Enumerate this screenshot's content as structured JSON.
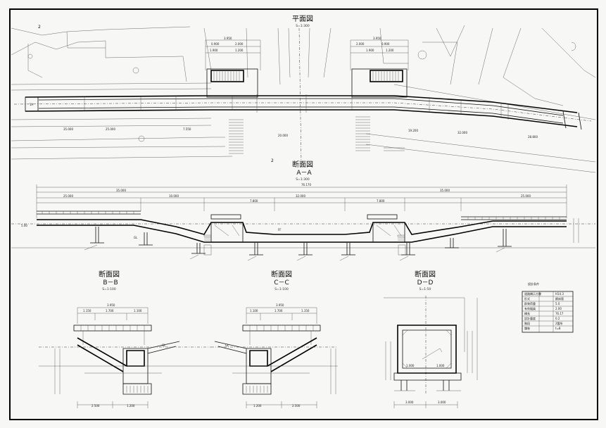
{
  "sheet": {
    "plan": {
      "title": "平面図",
      "scale": "S=1:300"
    },
    "section_aa": {
      "title": "断面図",
      "subtitle": "A－A",
      "scale": "S=1:300"
    },
    "section_bb": {
      "title": "断面図",
      "subtitle": "B－B",
      "scale": "S=1:100"
    },
    "section_cc": {
      "title": "断面図",
      "subtitle": "C－C",
      "scale": "S=1:100"
    },
    "section_dd": {
      "title": "断面図",
      "subtitle": "D－D",
      "scale": "S=1:50"
    }
  }
}
